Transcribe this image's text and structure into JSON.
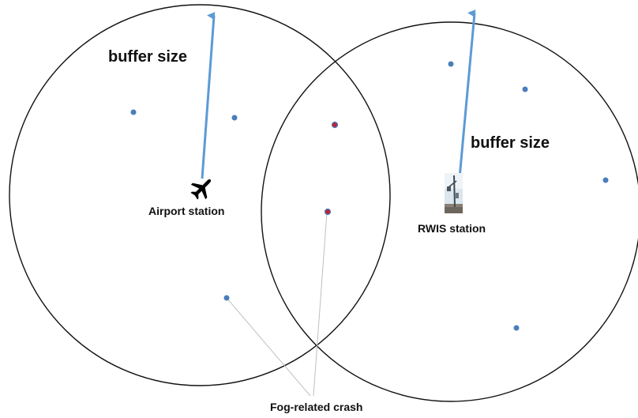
{
  "labels": {
    "buffer_size_left": "buffer size",
    "buffer_size_right": "buffer size",
    "airport_station": "Airport station",
    "rwis_station": "RWIS station",
    "fog_crash": "Fog-related crash"
  },
  "colors": {
    "circle_stroke": "#111111",
    "arrow": "#5b9bd5",
    "crash_point_fill": "#4a7ebb",
    "fog_crash_point_fill": "#c0203a",
    "fog_crash_point_stroke": "#4a7ebb",
    "leader_line": "#bfbfbf"
  },
  "icons": {
    "airport": "airplane-icon",
    "rwis": "rwis-station-photo-icon"
  }
}
